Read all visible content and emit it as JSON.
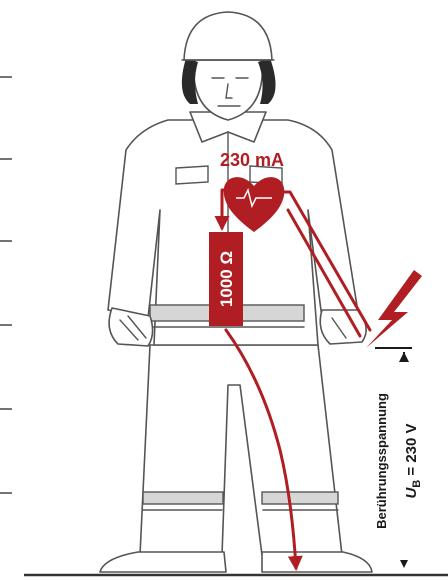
{
  "diagram": {
    "current_label": "230 mA",
    "resistance_label": "1000 Ω",
    "touch_voltage_label": "Berührungsspannung",
    "voltage_symbol": "U",
    "voltage_subscript": "B",
    "voltage_value": " = 230 V",
    "colors": {
      "current_path": "#b01e23",
      "outline": "#555555",
      "reflective_band": "#d6d6d6"
    },
    "icons": [
      "lightning-bolt-icon",
      "heart-icon"
    ]
  }
}
